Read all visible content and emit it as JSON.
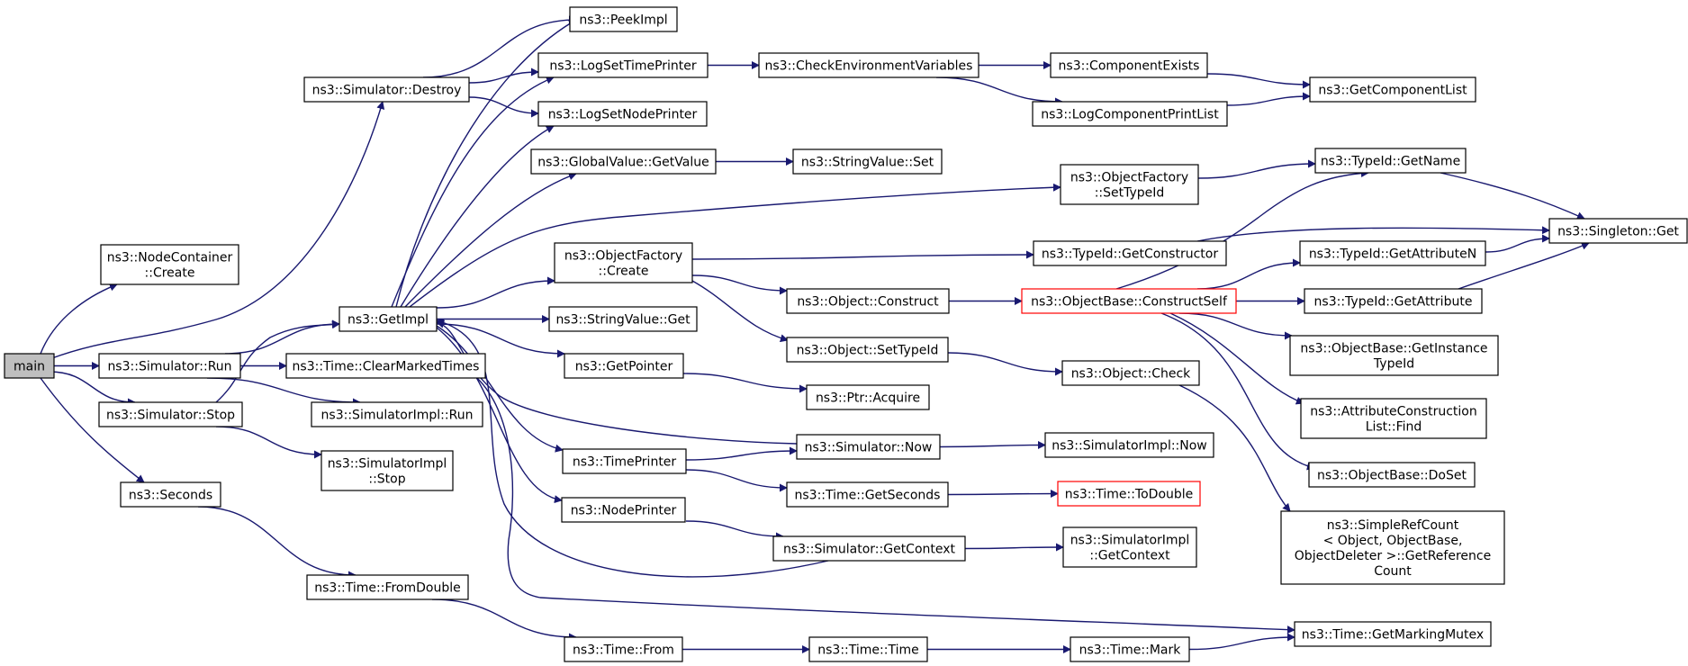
{
  "colors": {
    "edge": "#191970",
    "root_fill": "#bfbfbf",
    "truncated_border": "#ff0000"
  },
  "nodes": {
    "main": {
      "lines": [
        "main"
      ],
      "role": "root"
    },
    "nodecontainer_create": {
      "lines": [
        "ns3::NodeContainer",
        "::Create"
      ]
    },
    "sim_destroy": {
      "lines": [
        "ns3::Simulator::Destroy"
      ]
    },
    "sim_run": {
      "lines": [
        "ns3::Simulator::Run"
      ]
    },
    "sim_stop": {
      "lines": [
        "ns3::Simulator::Stop"
      ]
    },
    "seconds": {
      "lines": [
        "ns3::Seconds"
      ]
    },
    "time_fromdouble": {
      "lines": [
        "ns3::Time::FromDouble"
      ]
    },
    "getimpl": {
      "lines": [
        "ns3::GetImpl"
      ]
    },
    "time_clearmarkedtimes": {
      "lines": [
        "ns3::Time::ClearMarkedTimes"
      ]
    },
    "simimpl_run": {
      "lines": [
        "ns3::SimulatorImpl::Run"
      ]
    },
    "simimpl_stop": {
      "lines": [
        "ns3::SimulatorImpl",
        "::Stop"
      ]
    },
    "peekimpl": {
      "lines": [
        "ns3::PeekImpl"
      ]
    },
    "logsettimeprinter": {
      "lines": [
        "ns3::LogSetTimePrinter"
      ]
    },
    "logsetnodeprinter": {
      "lines": [
        "ns3::LogSetNodePrinter"
      ]
    },
    "globalvalue_getvalue": {
      "lines": [
        "ns3::GlobalValue::GetValue"
      ]
    },
    "objectfactory_create": {
      "lines": [
        "ns3::ObjectFactory",
        "::Create"
      ]
    },
    "stringvalue_get": {
      "lines": [
        "ns3::StringValue::Get"
      ]
    },
    "getpointer": {
      "lines": [
        "ns3::GetPointer"
      ]
    },
    "timeprinter": {
      "lines": [
        "ns3::TimePrinter"
      ]
    },
    "nodeprinter": {
      "lines": [
        "ns3::NodePrinter"
      ]
    },
    "time_from": {
      "lines": [
        "ns3::Time::From"
      ]
    },
    "checkenvvars": {
      "lines": [
        "ns3::CheckEnvironmentVariables"
      ]
    },
    "stringvalue_set": {
      "lines": [
        "ns3::StringValue::Set"
      ]
    },
    "object_construct": {
      "lines": [
        "ns3::Object::Construct"
      ]
    },
    "object_settypeid": {
      "lines": [
        "ns3::Object::SetTypeId"
      ]
    },
    "ptr_acquire": {
      "lines": [
        "ns3::Ptr::Acquire"
      ]
    },
    "sim_now": {
      "lines": [
        "ns3::Simulator::Now"
      ]
    },
    "time_getseconds": {
      "lines": [
        "ns3::Time::GetSeconds"
      ]
    },
    "sim_getcontext": {
      "lines": [
        "ns3::Simulator::GetContext"
      ]
    },
    "time_time": {
      "lines": [
        "ns3::Time::Time"
      ]
    },
    "componentexists": {
      "lines": [
        "ns3::ComponentExists"
      ]
    },
    "logcomponentprintlist": {
      "lines": [
        "ns3::LogComponentPrintList"
      ]
    },
    "objectfactory_settypeid": {
      "lines": [
        "ns3::ObjectFactory",
        "::SetTypeId"
      ]
    },
    "typeid_getconstructor": {
      "lines": [
        "ns3::TypeId::GetConstructor"
      ]
    },
    "objectbase_constructself": {
      "lines": [
        "ns3::ObjectBase::ConstructSelf"
      ],
      "role": "truncated"
    },
    "object_check": {
      "lines": [
        "ns3::Object::Check"
      ]
    },
    "simimpl_now": {
      "lines": [
        "ns3::SimulatorImpl::Now"
      ]
    },
    "time_todouble": {
      "lines": [
        "ns3::Time::ToDouble"
      ],
      "role": "truncated"
    },
    "simimpl_getcontext": {
      "lines": [
        "ns3::SimulatorImpl",
        "::GetContext"
      ]
    },
    "time_mark": {
      "lines": [
        "ns3::Time::Mark"
      ]
    },
    "getcomponentlist": {
      "lines": [
        "ns3::GetComponentList"
      ]
    },
    "typeid_getname": {
      "lines": [
        "ns3::TypeId::GetName"
      ]
    },
    "typeid_getattributen": {
      "lines": [
        "ns3::TypeId::GetAttributeN"
      ]
    },
    "typeid_getattribute": {
      "lines": [
        "ns3::TypeId::GetAttribute"
      ]
    },
    "objectbase_getinstancetypeid": {
      "lines": [
        "ns3::ObjectBase::GetInstance",
        "TypeId"
      ]
    },
    "attrconstructionlist_find": {
      "lines": [
        "ns3::AttributeConstruction",
        "List::Find"
      ]
    },
    "objectbase_doset": {
      "lines": [
        "ns3::ObjectBase::DoSet"
      ]
    },
    "simplerefcount": {
      "lines": [
        "ns3::SimpleRefCount",
        "< Object, ObjectBase,",
        " ObjectDeleter >::GetReference",
        "Count"
      ]
    },
    "time_getmarkingmutex": {
      "lines": [
        "ns3::Time::GetMarkingMutex"
      ]
    },
    "singleton_get": {
      "lines": [
        "ns3::Singleton::Get"
      ]
    }
  }
}
